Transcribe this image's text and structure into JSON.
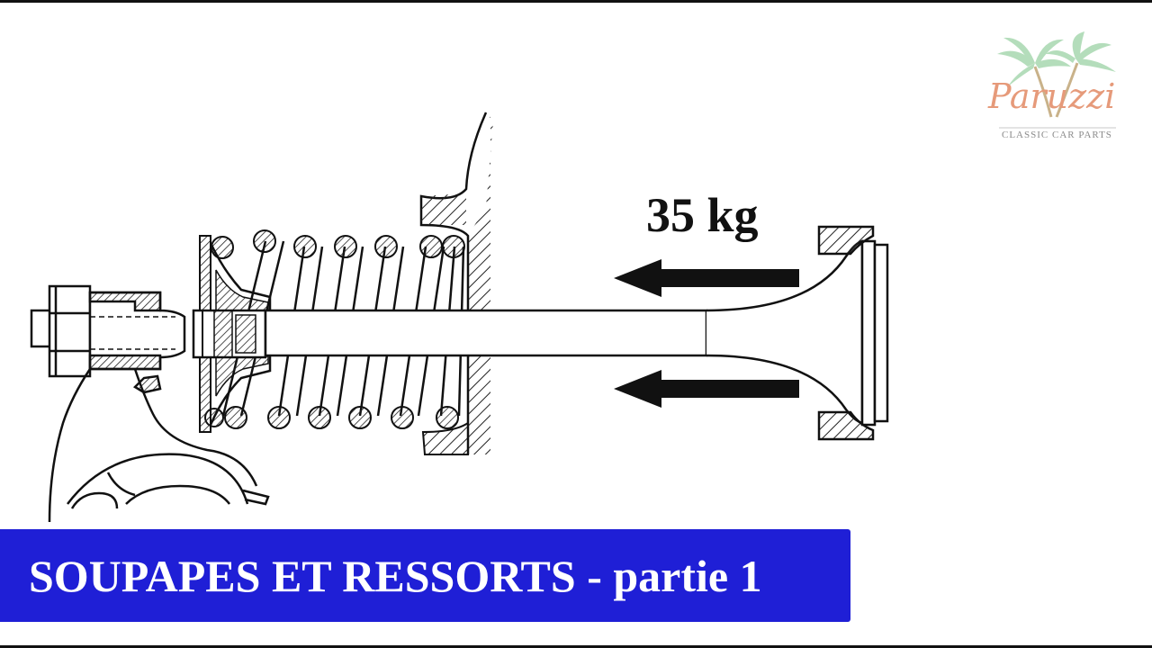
{
  "diagram": {
    "force_label": "35 kg",
    "colors": {
      "ink": "#111111",
      "hatch": "#222222",
      "banner": "#1f1fd6"
    }
  },
  "logo": {
    "brand": "Paruzzi",
    "tagline": "CLASSIC CAR PARTS",
    "icon": "palm-trees-icon",
    "colors": {
      "palm": "#a8d8b0",
      "wordmark": "#e69a7a"
    }
  },
  "banner": {
    "title": "SOUPAPES ET RESSORTS - partie 1"
  }
}
